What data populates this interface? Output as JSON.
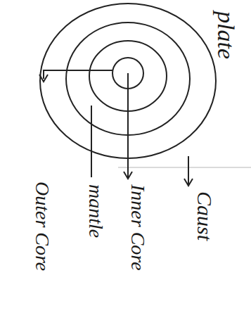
{
  "diagram": {
    "title": "plate",
    "labels": [
      "Caust",
      "Inner Core",
      "mantle",
      "Outer Core"
    ]
  }
}
